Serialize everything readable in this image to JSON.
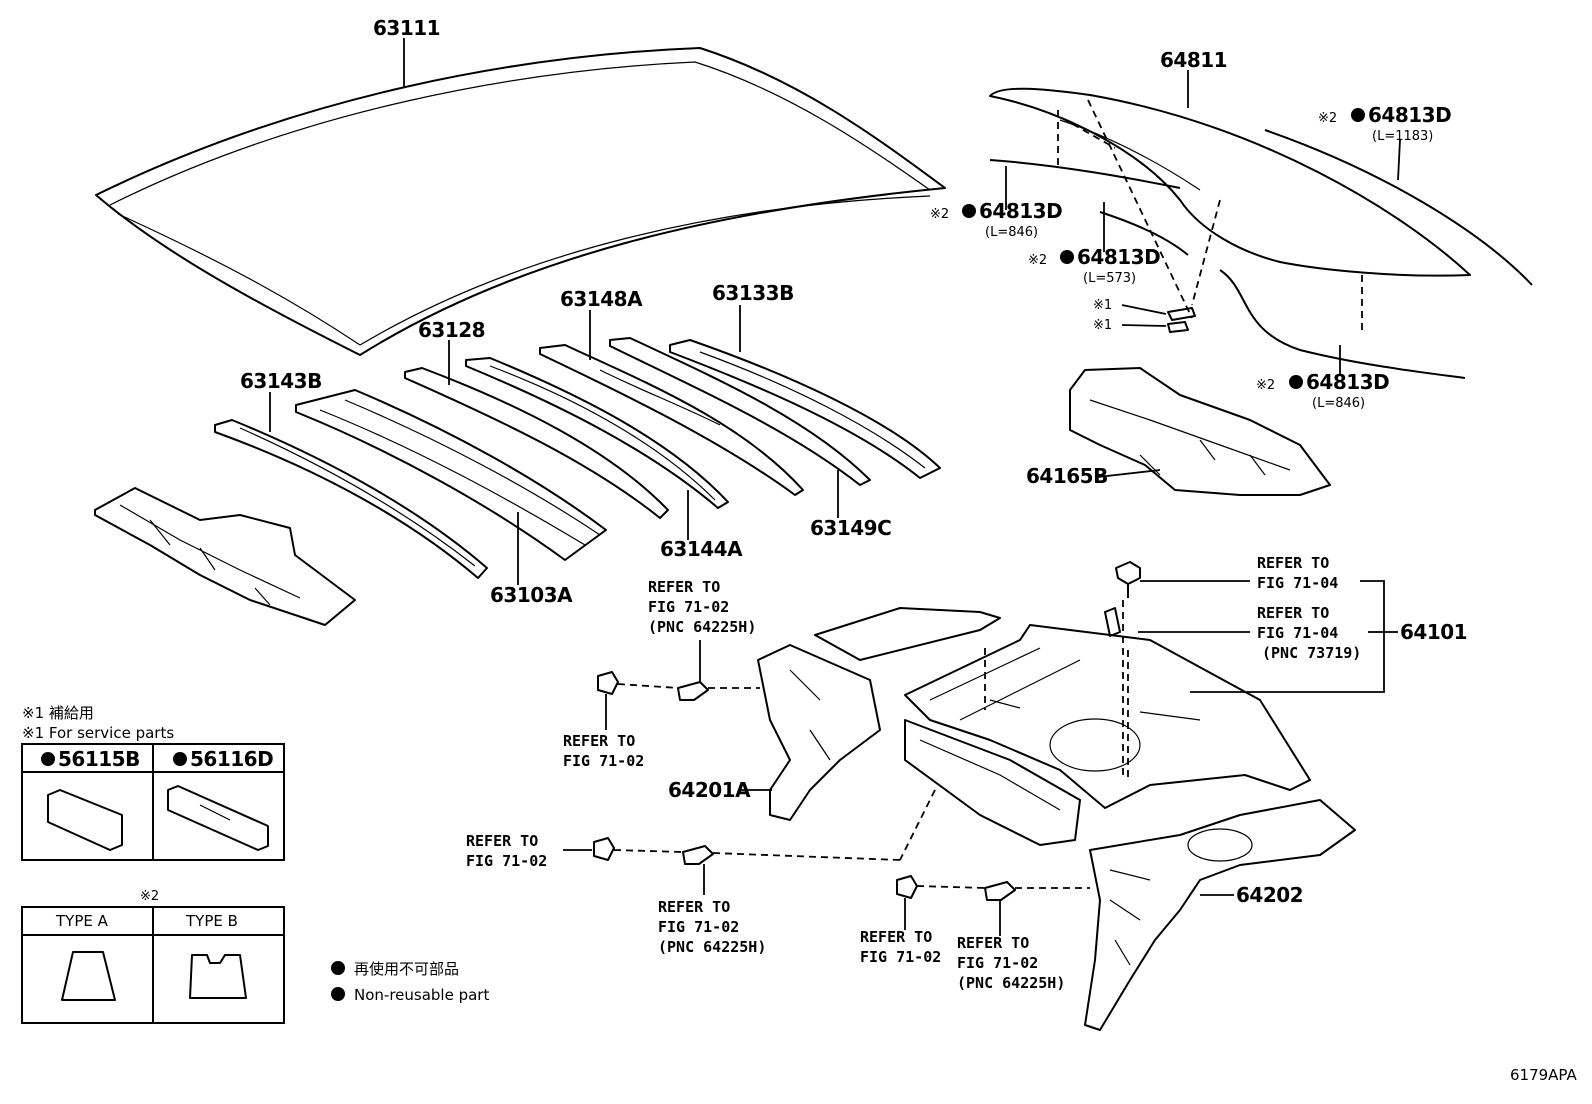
{
  "callouts": {
    "p63111": "63111",
    "p64811": "64811",
    "p64813D_1": "64813D",
    "p64813D_1_len": "(L=1183)",
    "p64813D_2": "64813D",
    "p64813D_2_len": "(L=846)",
    "p64813D_3": "64813D",
    "p64813D_3_len": "(L=573)",
    "p64813D_4": "64813D",
    "p64813D_4_len": "(L=846)",
    "mark2": "※2",
    "mark1": "※1",
    "p63148A": "63148A",
    "p63133B": "63133B",
    "p63128": "63128",
    "p63143B": "63143B",
    "p64165B": "64165B",
    "p63144A": "63144A",
    "p63149C": "63149C",
    "p63103A": "63103A",
    "p64101": "64101",
    "p64201A": "64201A",
    "p64202": "64202"
  },
  "refs": {
    "refer_to": "REFER TO",
    "fig_71_02": "FIG 71-02",
    "fig_71_04": "FIG 71-04",
    "pnc_64225h": "(PNC 64225H)",
    "pnc_73719": "(PNC 73719)"
  },
  "legend": {
    "service_jp": "※1 補給用",
    "service_en": "※1 For service parts",
    "svc_part_a": "56115B",
    "svc_part_b": "56116D",
    "type_mark": "※2",
    "type_a": "TYPE A",
    "type_b": "TYPE B",
    "nonreuse_jp": "再使用不可部品",
    "nonreuse_en": "Non-reusable part"
  },
  "footer": {
    "code": "6179APA"
  }
}
